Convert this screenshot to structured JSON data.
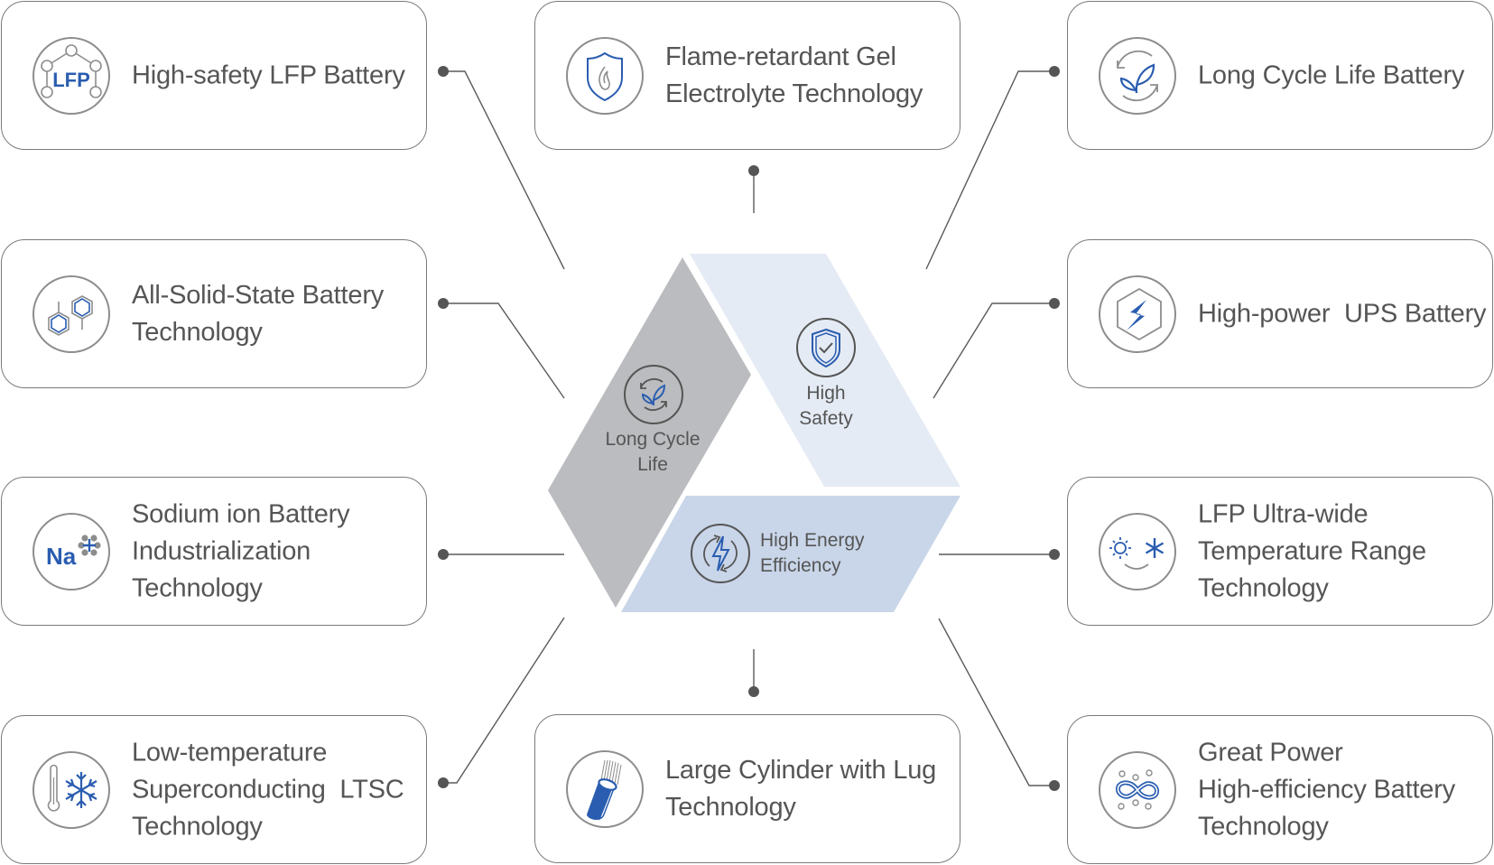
{
  "colors": {
    "accent_blue": "#2a5db0",
    "icon_gray": "#8d8d8d",
    "text": "#555555",
    "connector": "#555555",
    "segment_long_cycle": "#bbbcbf",
    "segment_high_safety": "#e5ebf4",
    "segment_high_energy": "#c9d6e9"
  },
  "center": {
    "segments": [
      {
        "id": "long-cycle-life",
        "lines": [
          "Long Cycle",
          "Life"
        ],
        "icon": "leaf-cycle-icon"
      },
      {
        "id": "high-safety",
        "lines": [
          "High",
          "Safety"
        ],
        "icon": "shield-check-icon"
      },
      {
        "id": "high-energy-efficiency",
        "lines": [
          "High Energy",
          "Efficiency"
        ],
        "icon": "lightning-cycle-icon"
      }
    ]
  },
  "cards": [
    {
      "id": "high-safety-lfp",
      "icon": "lfp-molecule-icon",
      "icon_text": "LFP",
      "lines": [
        "High-safety LFP Battery"
      ]
    },
    {
      "id": "flame-retardant-gel",
      "icon": "flame-shield-icon",
      "lines": [
        "Flame-retardant Gel",
        "Electrolyte Technology"
      ]
    },
    {
      "id": "long-cycle-life-battery",
      "icon": "leaf-cycle-icon",
      "lines": [
        "Long Cycle Life Battery"
      ]
    },
    {
      "id": "all-solid-state",
      "icon": "molecule-rings-icon",
      "lines": [
        "All-Solid-State Battery",
        "Technology"
      ]
    },
    {
      "id": "high-power-ups",
      "icon": "hexagon-lightning-icon",
      "lines": [
        "High-power  UPS Battery"
      ]
    },
    {
      "id": "sodium-ion",
      "icon": "sodium-ion-icon",
      "icon_text": "Na",
      "lines": [
        "Sodium ion Battery",
        "Industrialization",
        "Technology"
      ]
    },
    {
      "id": "lfp-ultra-wide-temp",
      "icon": "sun-snowflake-smile-icon",
      "lines": [
        "LFP Ultra-wide",
        "Temperature Range",
        "Technology"
      ]
    },
    {
      "id": "low-temp-ltsc",
      "icon": "thermometer-snowflake-icon",
      "lines": [
        "Low-temperature",
        "Superconducting  LTSC",
        "Technology"
      ]
    },
    {
      "id": "large-cylinder-lug",
      "icon": "cylinder-lug-icon",
      "lines": [
        "Large Cylinder with Lug",
        "Technology"
      ]
    },
    {
      "id": "great-power-high-efficiency",
      "icon": "infinity-icon",
      "lines": [
        "Great Power",
        "High-efficiency Battery",
        "Technology"
      ]
    }
  ]
}
